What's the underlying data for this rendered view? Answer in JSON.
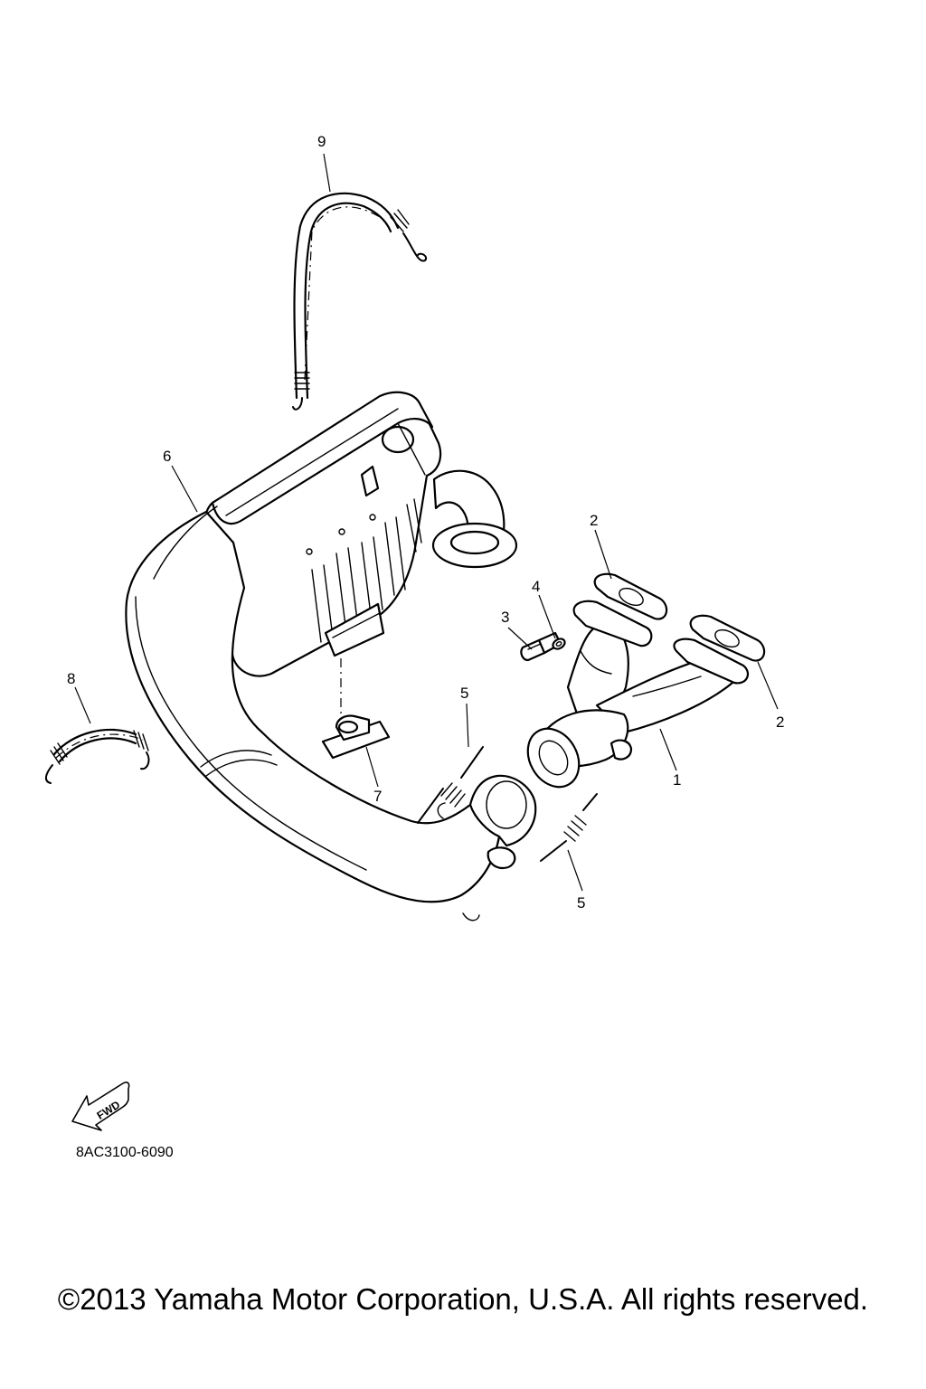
{
  "callouts": {
    "c1": "1",
    "c2a": "2",
    "c2b": "2",
    "c3": "3",
    "c4": "4",
    "c5a": "5",
    "c5b": "5",
    "c6": "6",
    "c7": "7",
    "c8": "8",
    "c9": "9"
  },
  "fwd_label": "FWD",
  "diagram_code": "8AC3100-6090",
  "copyright": "©2013 Yamaha Motor Corporation, U.S.A. All rights reserved."
}
